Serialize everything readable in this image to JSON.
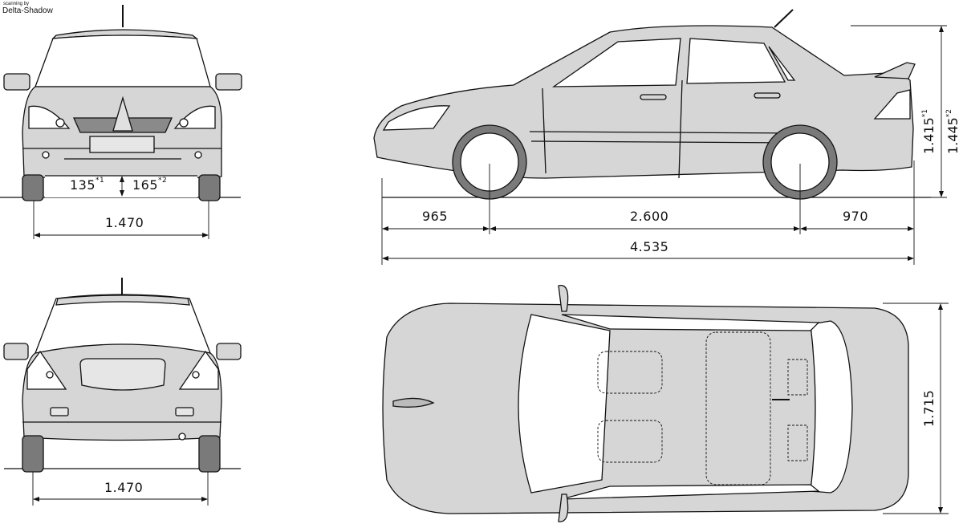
{
  "credit": {
    "small": "scanning by",
    "name": "Delta-Shadow"
  },
  "views": {
    "front": {
      "ground_clearance_1": "135",
      "ground_clearance_1_note": "*1",
      "ground_clearance_2": "165",
      "ground_clearance_2_note": "*2",
      "track": "1.470"
    },
    "rear": {
      "track": "1.470"
    },
    "side": {
      "front_overhang": "965",
      "wheelbase": "2.600",
      "rear_overhang": "970",
      "overall_length": "4.535",
      "height_1": "1.415",
      "height_1_note": "*1",
      "height_2": "1.445",
      "height_2_note": "*2"
    },
    "top": {
      "width": "1.715"
    }
  },
  "colors": {
    "body_fill": "#d6d6d6",
    "tire_fill": "#7a7a7a",
    "line": "#111111",
    "glass": "#ffffff"
  }
}
